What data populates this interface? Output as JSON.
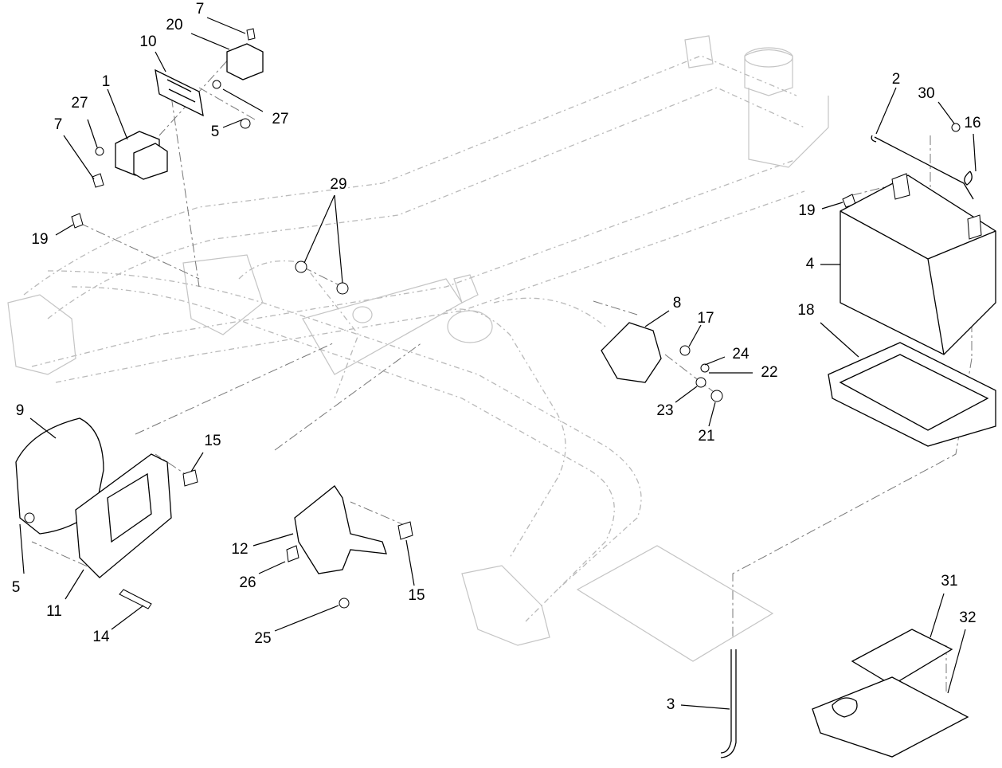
{
  "diagram": {
    "type": "exploded-parts-diagram",
    "callouts": [
      {
        "id": "c1",
        "label": "1"
      },
      {
        "id": "c2",
        "label": "2"
      },
      {
        "id": "c3",
        "label": "3"
      },
      {
        "id": "c4",
        "label": "4"
      },
      {
        "id": "c5a",
        "label": "5"
      },
      {
        "id": "c5b",
        "label": "5"
      },
      {
        "id": "c7a",
        "label": "7"
      },
      {
        "id": "c7b",
        "label": "7"
      },
      {
        "id": "c8",
        "label": "8"
      },
      {
        "id": "c9",
        "label": "9"
      },
      {
        "id": "c10",
        "label": "10"
      },
      {
        "id": "c11",
        "label": "11"
      },
      {
        "id": "c12",
        "label": "12"
      },
      {
        "id": "c14",
        "label": "14"
      },
      {
        "id": "c15a",
        "label": "15"
      },
      {
        "id": "c15b",
        "label": "15"
      },
      {
        "id": "c16",
        "label": "16"
      },
      {
        "id": "c17",
        "label": "17"
      },
      {
        "id": "c18",
        "label": "18"
      },
      {
        "id": "c19a",
        "label": "19"
      },
      {
        "id": "c19b",
        "label": "19"
      },
      {
        "id": "c20",
        "label": "20"
      },
      {
        "id": "c21",
        "label": "21"
      },
      {
        "id": "c22",
        "label": "22"
      },
      {
        "id": "c23",
        "label": "23"
      },
      {
        "id": "c24",
        "label": "24"
      },
      {
        "id": "c25",
        "label": "25"
      },
      {
        "id": "c26",
        "label": "26"
      },
      {
        "id": "c27a",
        "label": "27"
      },
      {
        "id": "c27b",
        "label": "27"
      },
      {
        "id": "c29",
        "label": "29"
      },
      {
        "id": "c30",
        "label": "30"
      },
      {
        "id": "c31",
        "label": "31"
      },
      {
        "id": "c32",
        "label": "32"
      }
    ]
  }
}
